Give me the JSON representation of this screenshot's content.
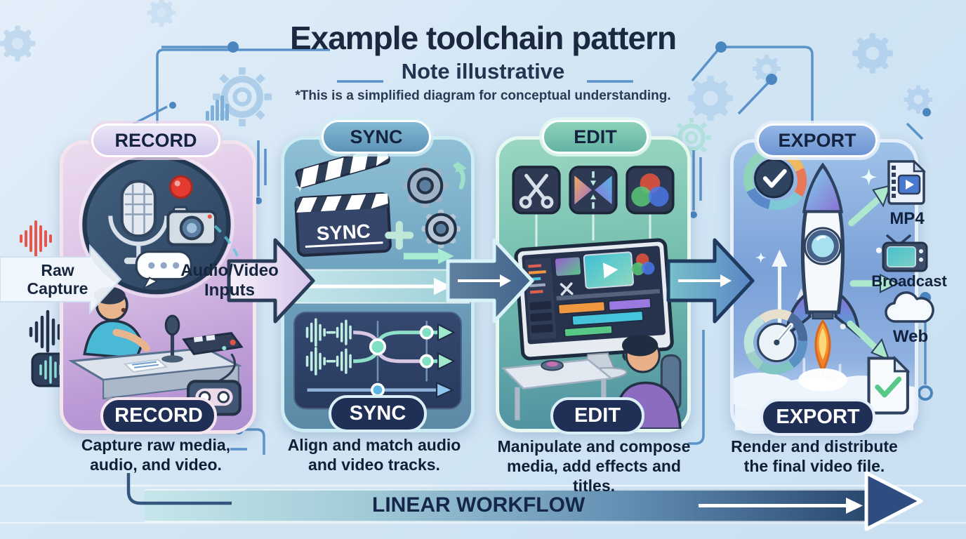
{
  "header": {
    "title": "Example toolchain pattern",
    "subtitle": "Note illustrative",
    "note": "*This is a simplified diagram for conceptual understanding."
  },
  "stages": [
    {
      "id": "record",
      "top_label": "RECORD",
      "bottom_label": "RECORD",
      "caption": "Capture raw media, audio, and video."
    },
    {
      "id": "sync",
      "top_label": "SYNC",
      "bottom_label": "SYNC",
      "board_label": "SYNC",
      "caption": "Align and match audio and video tracks."
    },
    {
      "id": "edit",
      "top_label": "EDIT",
      "bottom_label": "EDIT",
      "caption": "Manipulate and compose media, add effects and titles."
    },
    {
      "id": "export",
      "top_label": "EXPORT",
      "bottom_label": "EXPORT",
      "caption": "Render and distribute the final video file."
    }
  ],
  "labels": {
    "raw_capture": "Raw Capture",
    "av_inputs": "Audio/Video Inputs"
  },
  "outputs": [
    {
      "label": "MP4",
      "icon": "mp4-file-icon"
    },
    {
      "label": "Broadcast",
      "icon": "tv-icon"
    },
    {
      "label": "Web",
      "icon": "cloud-icon"
    }
  ],
  "footer": {
    "workflow_label": "LINEAR WORKFLOW"
  },
  "colors": {
    "background": "#d2e5f4",
    "navy": "#202f55",
    "record_accent": "#b897d2",
    "sync_accent": "#5f92b4",
    "edit_accent": "#5fb3a3",
    "export_accent": "#6f97d4",
    "mint_arrow": "#aee8cc",
    "record_dot_red": "#e33b30",
    "workflow_dark": "#29486f"
  }
}
